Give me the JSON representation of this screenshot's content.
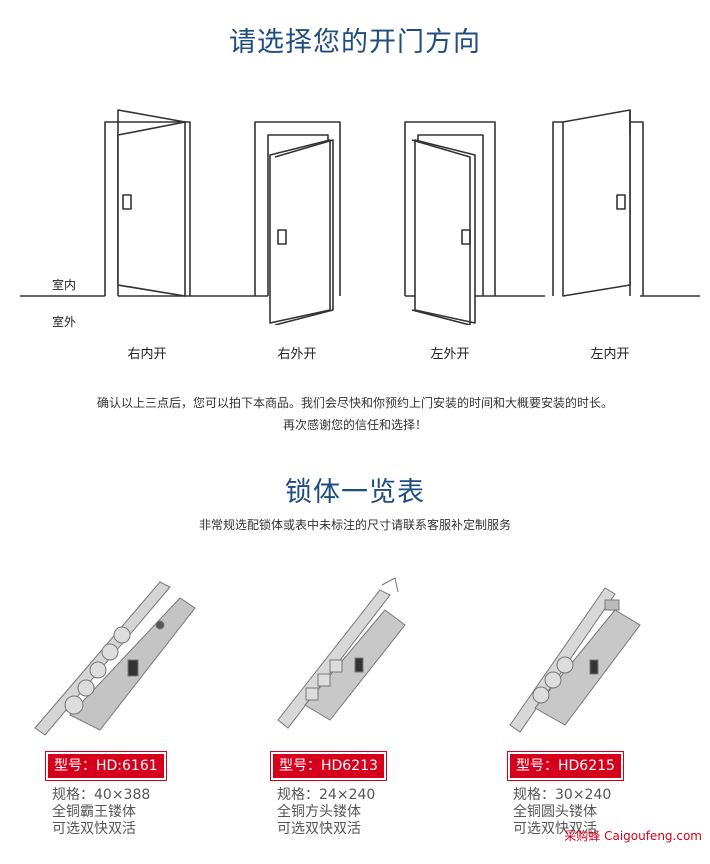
{
  "header": {
    "title": "请选择您的开门方向"
  },
  "doors": {
    "indoor_label": "室内",
    "outdoor_label": "室外",
    "items": [
      {
        "label": "右内开"
      },
      {
        "label": "右外开"
      },
      {
        "label": "左外开"
      },
      {
        "label": "左内开"
      }
    ]
  },
  "notice": {
    "line1": "确认以上三点后，您可以拍下本商品。我们会尽快和你预约上门安装的时间和大概要安装的时长。",
    "line2": "再次感谢您的信任和选择！"
  },
  "locks": {
    "title": "锁体一览表",
    "subtitle": "非常规选配锁体或表中未标注的尺寸请联系客服补定制服务",
    "items": [
      {
        "model": "型号：HD:6161",
        "size": "规格：40×388",
        "material": "全铜霸王镂体",
        "option": "可选双快双活"
      },
      {
        "model": "型号：HD6213",
        "size": "规格：24×240",
        "material": "全铜方头镂体",
        "option": "可选双快双活"
      },
      {
        "model": "型号：HD6215",
        "size": "规格：30×240",
        "material": "全铜圆头镂体",
        "option": "可选双快双活"
      }
    ]
  },
  "watermark": "采购蜂 Caigoufeng.com",
  "colors": {
    "title": "#1f4d80",
    "model_badge": "#d6001c"
  }
}
